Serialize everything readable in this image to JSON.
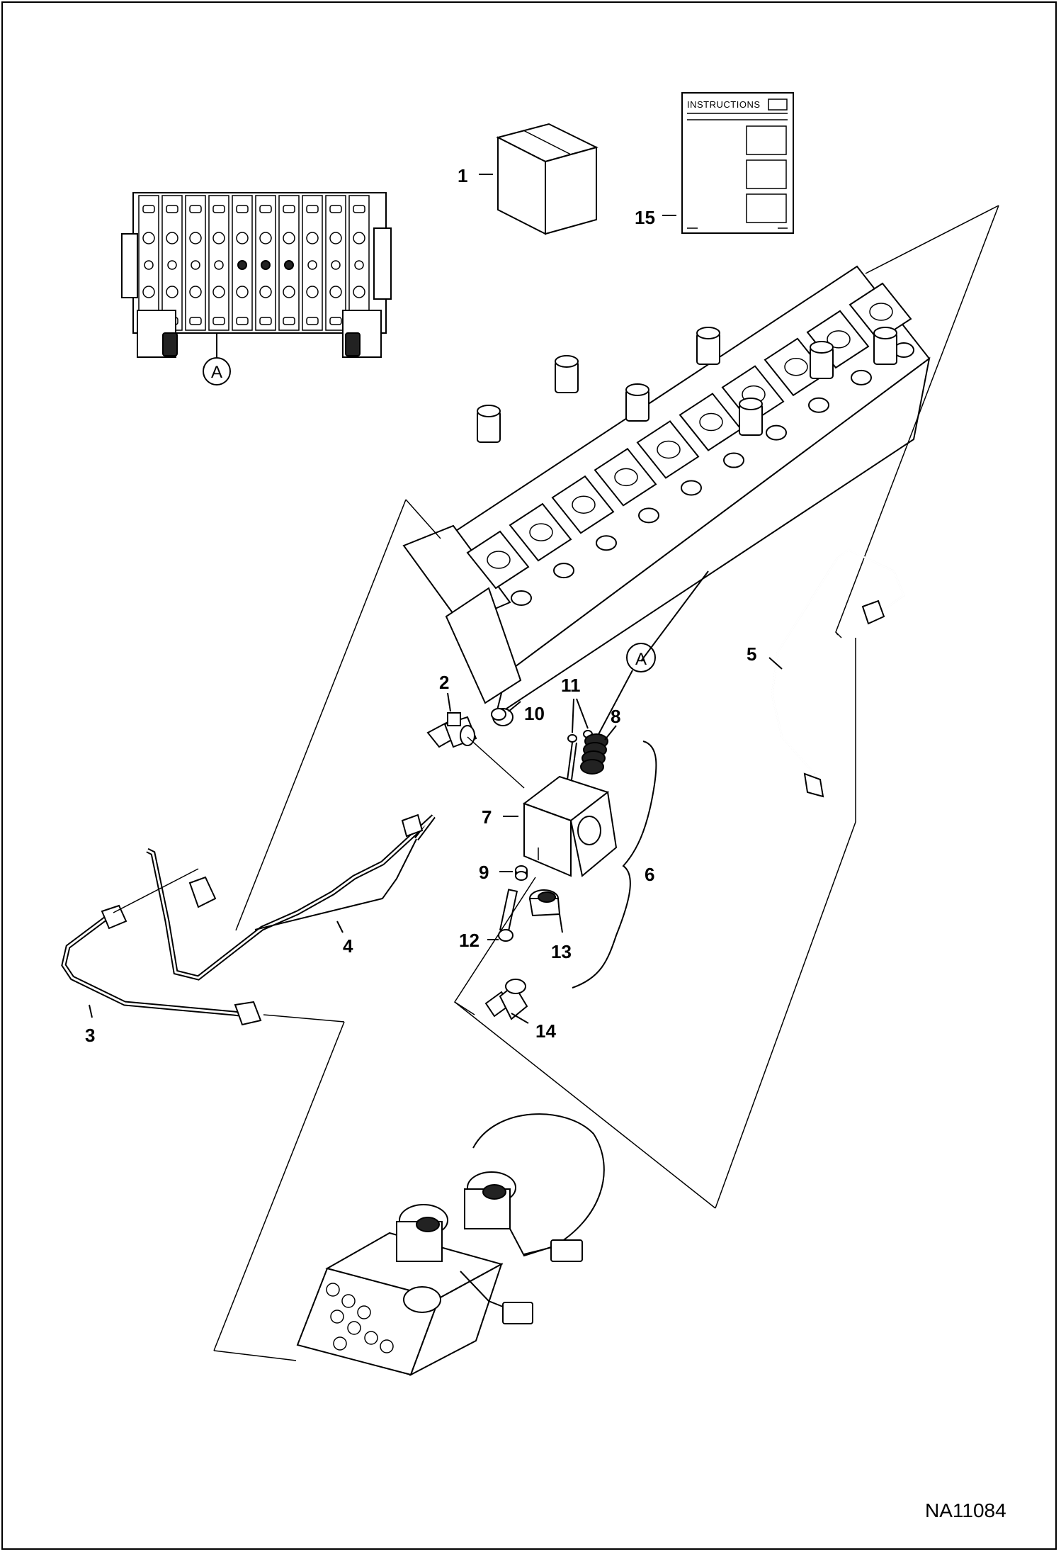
{
  "callouts": {
    "c1": "1",
    "c2": "2",
    "c3": "3",
    "c4": "4",
    "c5": "5",
    "c6": "6",
    "c7": "7",
    "c8": "8",
    "c9": "9",
    "c10": "10",
    "c11": "11",
    "c12": "12",
    "c13": "13",
    "c14": "14",
    "c15": "15"
  },
  "reference_marker": "A",
  "instructions_label": "INSTRUCTIONS",
  "drawing_id": "NA11084",
  "icons": {
    "box": "package-box-icon",
    "manual": "instruction-sheet-icon"
  }
}
